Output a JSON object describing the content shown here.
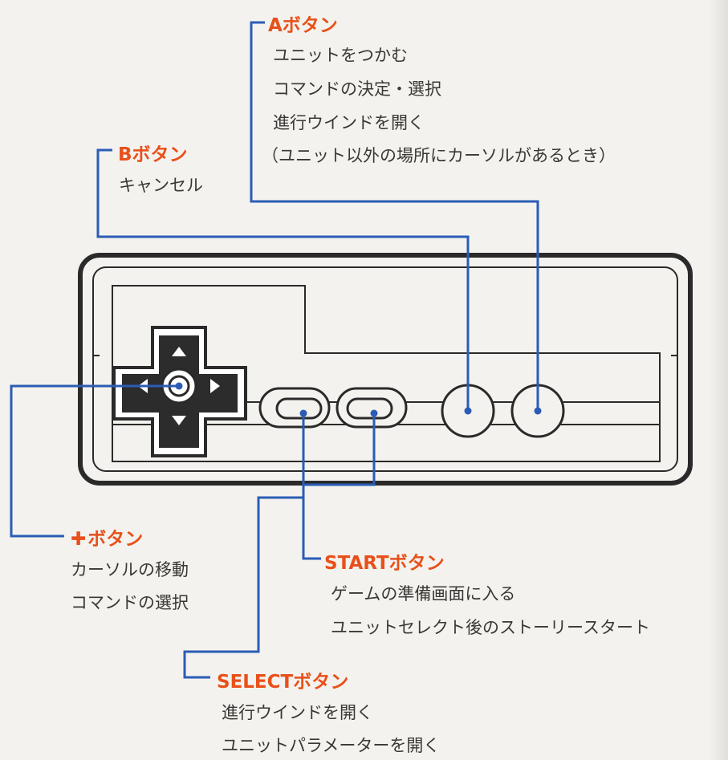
{
  "a_button": {
    "heading": "Aボタン",
    "lines": [
      "ユニットをつかむ",
      "コマンドの決定・選択",
      "進行ウインドを開く",
      "（ユニット以外の場所にカーソルがあるとき）"
    ]
  },
  "b_button": {
    "heading": "Bボタン",
    "lines": [
      "キャンセル"
    ]
  },
  "dpad_button": {
    "symbol": "✚",
    "heading": "ボタン",
    "lines": [
      "カーソルの移動",
      "コマンドの選択"
    ]
  },
  "start_button": {
    "heading": "STARTボタン",
    "lines": [
      "ゲームの準備画面に入る",
      "ユニットセレクト後のストーリースタート"
    ]
  },
  "select_button": {
    "heading": "SELECTボタン",
    "lines": [
      "進行ウインドを開く",
      "ユニットパラメーターを開く"
    ]
  },
  "colors": {
    "heading": "#e8501a",
    "leader_line": "#2b5cb5",
    "ink": "#3a3836",
    "paper": "#f3f2ee"
  }
}
